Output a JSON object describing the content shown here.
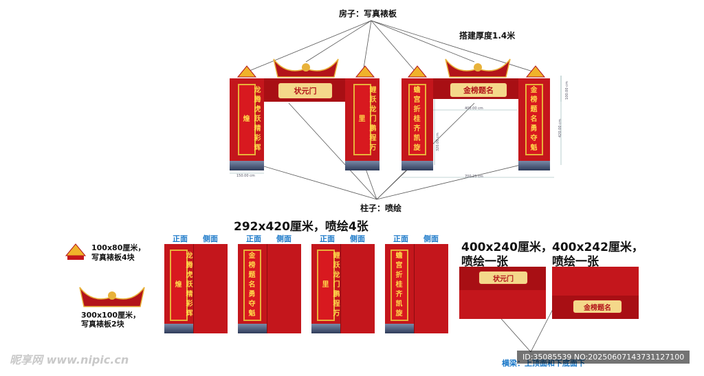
{
  "top_labels": {
    "house": "房子：写真裱板",
    "thickness": "搭建厚度1.4米",
    "pillar": "柱子：喷绘"
  },
  "arch_left": {
    "title": "状元门",
    "left_couplet": "龙腾虎跃精彩辉煌",
    "right_couplet": "鲤跃龙门鹏程万里"
  },
  "arch_right": {
    "title": "金榜题名",
    "left_couplet": "蟾宫折桂齐凯旋",
    "right_couplet": "金榜题名勇夺魁"
  },
  "dimensions": {
    "d150": "150.00 cm",
    "d400": "400.00 cm",
    "d320": "320.00 cm",
    "d100": "100.00 cm",
    "d420": "420.00 cm",
    "d700": "700.25 cm"
  },
  "pillars_spec": "292x420厘米，喷绘4张",
  "pillar_face_labels": {
    "front": "正面",
    "side": "侧面"
  },
  "pillar_panels": [
    {
      "text": "龙腾虎跃精彩辉煌"
    },
    {
      "text": "金榜题名勇夺魁"
    },
    {
      "text": "鲤跃龙门鹏程万里"
    },
    {
      "text": "蟾宫折桂齐凯旋"
    }
  ],
  "small_roof": {
    "spec": "100x80厘米，",
    "note": "写真裱板4块"
  },
  "big_roof": {
    "spec": "300x100厘米，",
    "note": "写真裱板2块"
  },
  "beam_left": {
    "spec": "400x240厘米，",
    "note": "喷绘一张",
    "title": "状元门"
  },
  "beam_right": {
    "spec": "400x242厘米，",
    "note": "喷绘一张",
    "title": "金榜题名"
  },
  "beam_caption": "横梁：上顶面和下底面下",
  "watermark": "昵享网 www.nipic.cn",
  "id_bar": "ID:35085539 NO:20250607143731127100",
  "colors": {
    "red": "#c4161c",
    "gold": "#e8b23a",
    "text_gold": "#ffd54a",
    "blue": "#1a78c8"
  }
}
